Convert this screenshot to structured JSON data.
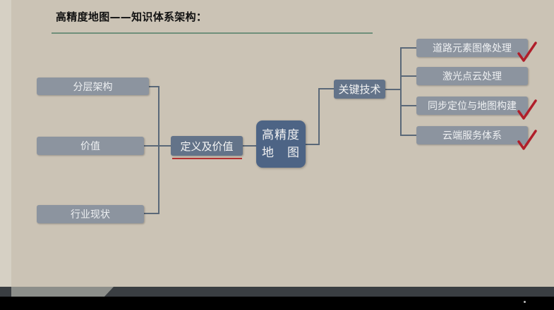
{
  "title": "高精度地图——知识体系架构：",
  "core": {
    "line1": "高精度",
    "line2": "地　图"
  },
  "left_nodes": [
    "分层架构",
    "价值",
    "行业现状"
  ],
  "center_node": "定义及价值",
  "key_node": "关键技术",
  "right_nodes": [
    "道路元素图像处理",
    "激光点云处理",
    "同步定位与地图构建",
    "云端服务体系"
  ],
  "checked": [
    true,
    false,
    true,
    true
  ],
  "colors": {
    "check": "#b01e2a",
    "underline": "#b23030",
    "core": "#4d6485",
    "node": "#8c949f"
  }
}
